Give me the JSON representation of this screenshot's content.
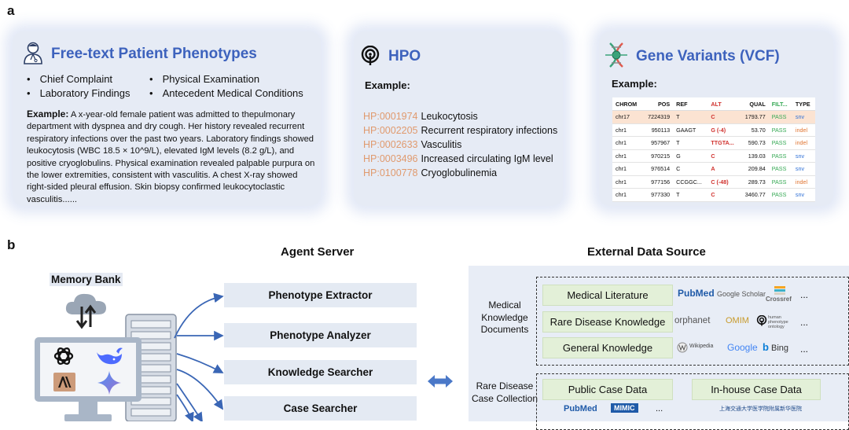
{
  "panel_a": {
    "letter": "a",
    "phenotypes": {
      "title": "Free-text Patient Phenotypes",
      "bullets": [
        "Chief Complaint",
        "Physical Examination",
        "Laboratory Findings",
        "Antecedent Medical Conditions"
      ],
      "example_label": "Example:",
      "example_text": " A x-year-old female patient was admitted to thepulmonary department with dyspnea and dry cough. Her history revealed recurrent respiratory infections over the past two years. Laboratory findings showed leukocytosis (WBC 18.5 × 10^9/L), elevated IgM levels (8.2 g/L), and positive cryoglobulins. Physical examination revealed palpable purpura on the lower extremities, consistent with vasculitis. A chest X-ray showed right-sided pleural effusion. Skin biopsy confirmed leukocytoclastic vasculitis......"
    },
    "hpo": {
      "title": "HPO",
      "example_label": "Example:",
      "terms": [
        {
          "id": "HP:0001974",
          "name": "Leukocytosis"
        },
        {
          "id": "HP:0002205",
          "name": "Recurrent respiratory infections"
        },
        {
          "id": "HP:0002633",
          "name": "Vasculitis"
        },
        {
          "id": "HP:0003496",
          "name": "Increased circulating IgM level"
        },
        {
          "id": "HP:0100778",
          "name": "Cryoglobulinemia"
        }
      ]
    },
    "vcf": {
      "title": "Gene Variants (VCF)",
      "example_label": "Example:",
      "headers": [
        "CHROM",
        "POS",
        "REF",
        "ALT",
        "QUAL",
        "FILT...",
        "TYPE"
      ],
      "rows": [
        [
          "chr17",
          "7224319",
          "T",
          "C",
          "1793.77",
          "PASS",
          "snv"
        ],
        [
          "chr1",
          "950113",
          "GAAGT",
          "G (-4)",
          "53.70",
          "PASS",
          "indel"
        ],
        [
          "chr1",
          "957967",
          "T",
          "TTGTA...",
          "590.73",
          "PASS",
          "indel"
        ],
        [
          "chr1",
          "970215",
          "G",
          "C",
          "139.03",
          "PASS",
          "snv"
        ],
        [
          "chr1",
          "976514",
          "C",
          "A",
          "209.84",
          "PASS",
          "snv"
        ],
        [
          "chr1",
          "977156",
          "CCGGC...",
          "C (-48)",
          "289.73",
          "PASS",
          "indel"
        ],
        [
          "chr1",
          "977330",
          "T",
          "C",
          "3460.77",
          "PASS",
          "snv"
        ]
      ]
    }
  },
  "panel_b": {
    "letter": "b",
    "memory_bank": "Memory Bank",
    "agent_server": {
      "title": "Agent Server",
      "modules": [
        "Phenotype Extractor",
        "Phenotype Analyzer",
        "Knowledge Searcher",
        "Case Searcher"
      ]
    },
    "external": {
      "title": "External Data Source",
      "medical_label": "Medical Knowledge Documents",
      "medical_rows": [
        {
          "label": "Medical Literature",
          "logos": [
            "PubMed",
            "Google Scholar",
            "Crossref",
            "..."
          ]
        },
        {
          "label": "Rare Disease Knowledge",
          "logos": [
            "orphanet",
            "OMIM",
            "human phenotype ontology",
            "..."
          ]
        },
        {
          "label": "General Knowledge",
          "logos": [
            "Wikipedia",
            "Google",
            "Bing",
            "..."
          ]
        }
      ],
      "case_label": "Rare Disease Case Collection",
      "case_boxes": [
        "Public Case Data",
        "In-house Case Data"
      ],
      "case_logos": [
        "PubMed",
        "MIMIC",
        "...",
        "上海交通大学医学院附属新华医院"
      ]
    }
  },
  "colors": {
    "accent": "#3d62bd",
    "hpo_id": "#e09a6e",
    "arrow": "#3a66b5",
    "alt": "#d0312d",
    "pass": "#34a853"
  }
}
